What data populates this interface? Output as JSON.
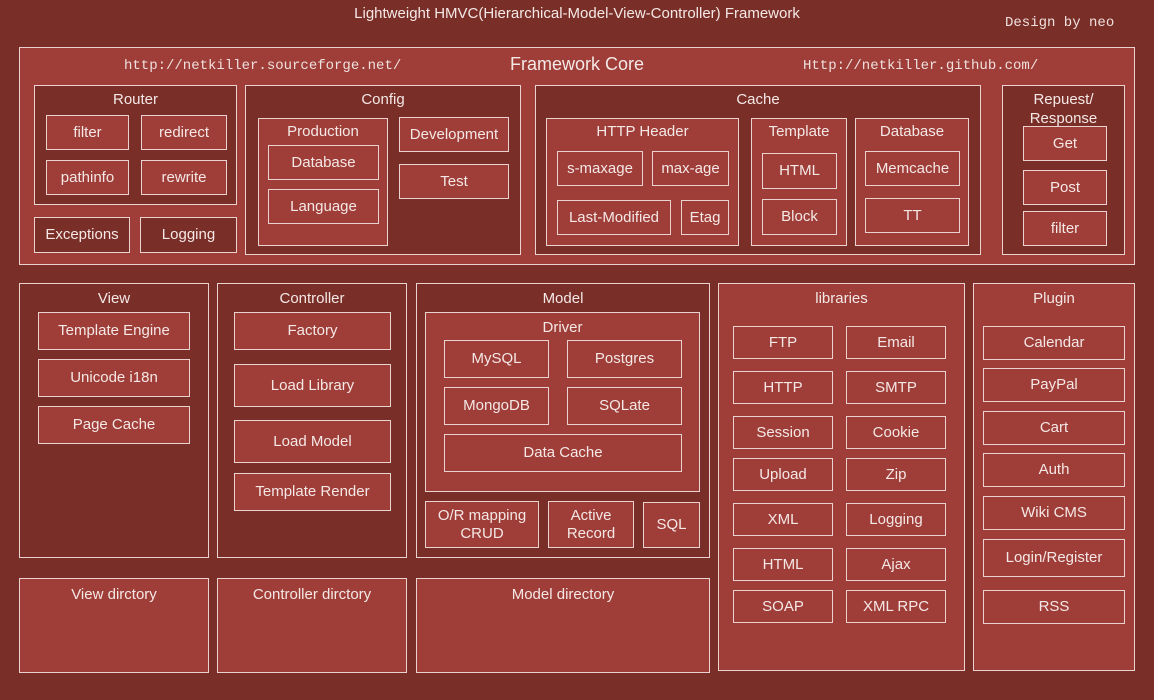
{
  "header": {
    "title": "Lightweight HMVC(Hierarchical-Model-View-Controller) Framework",
    "credit": "Design by neo"
  },
  "colors": {
    "background": "#7a2e28",
    "box_fill": "#9f3d38",
    "border": "#e9d2cf",
    "text": "#f4e8e6"
  },
  "core": {
    "title": "Framework Core",
    "url_left": "http://netkiller.sourceforge.net/",
    "url_right": "Http://netkiller.github.com/",
    "router": {
      "title": "Router",
      "items": [
        "filter",
        "redirect",
        "pathinfo",
        "rewrite"
      ]
    },
    "exceptions": "Exceptions",
    "logging": "Logging",
    "config": {
      "title": "Config",
      "production": {
        "title": "Production",
        "items": [
          "Database",
          "Language"
        ]
      },
      "development": "Development",
      "test": "Test"
    },
    "cache": {
      "title": "Cache",
      "http_header": {
        "title": "HTTP Header",
        "items": [
          "s-maxage",
          "max-age",
          "Last-Modified",
          "Etag"
        ]
      },
      "template": {
        "title": "Template",
        "items": [
          "HTML",
          "Block"
        ]
      },
      "database": {
        "title": "Database",
        "items": [
          "Memcache",
          "TT"
        ]
      }
    },
    "request": {
      "title_line1": "Repuest/",
      "title_line2": "Response",
      "items": [
        "Get",
        "Post",
        "filter"
      ]
    }
  },
  "view": {
    "title": "View",
    "items": [
      "Template Engine",
      "Unicode i18n",
      "Page Cache"
    ]
  },
  "controller": {
    "title": "Controller",
    "items": [
      "Factory",
      "Load Library",
      "Load Model",
      "Template Render"
    ]
  },
  "model": {
    "title": "Model",
    "driver": {
      "title": "Driver",
      "items": [
        "MySQL",
        "Postgres",
        "MongoDB",
        "SQLate",
        "Data Cache"
      ]
    },
    "orm_line1": "O/R mapping",
    "orm_line2": "CRUD",
    "active_line1": "Active",
    "active_line2": "Record",
    "sql": "SQL"
  },
  "libraries": {
    "title": "libraries",
    "items": [
      "FTP",
      "Email",
      "HTTP",
      "SMTP",
      "Session",
      "Cookie",
      "Upload",
      "Zip",
      "XML",
      "Logging",
      "HTML",
      "Ajax",
      "SOAP",
      "XML RPC"
    ]
  },
  "plugin": {
    "title": "Plugin",
    "items": [
      "Calendar",
      "PayPal",
      "Cart",
      "Auth",
      "Wiki CMS",
      "Login/Register",
      "RSS"
    ]
  },
  "directories": {
    "view": "View dirctory",
    "controller": "Controller dirctory",
    "model": "Model directory"
  }
}
